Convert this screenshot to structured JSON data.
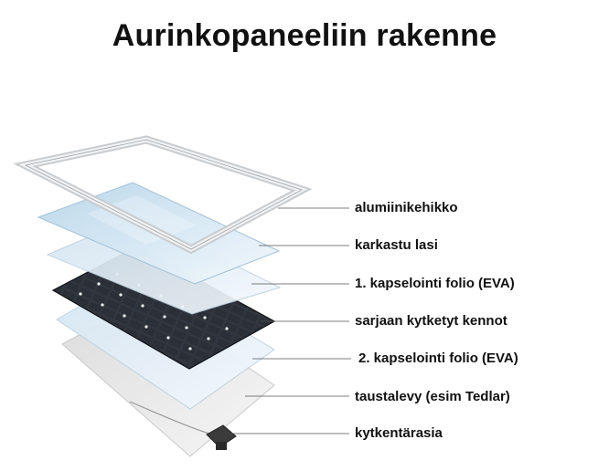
{
  "title": "Aurinkopaneeliin rakenne",
  "labels": [
    {
      "id": "frame",
      "text": "alumiinikehikko"
    },
    {
      "id": "glass",
      "text": "karkastu lasi"
    },
    {
      "id": "eva1",
      "text": "1. kapselointi folio (EVA)"
    },
    {
      "id": "cells",
      "text": "sarjaan kytketyt kennot"
    },
    {
      "id": "eva2",
      "text": "2. kapselointi folio (EVA)"
    },
    {
      "id": "backsheet",
      "text": "taustalevy (esim Tedlar)"
    },
    {
      "id": "junction",
      "text": "kytkentärasia"
    }
  ],
  "colors": {
    "frame": "#e4e6e8",
    "glass": "#cfe3f0",
    "eva": "#dde9f3",
    "cells": "#1c1f24",
    "backsheet": "#ececec",
    "junction": "#3a3a3a",
    "leader": "#555555"
  }
}
